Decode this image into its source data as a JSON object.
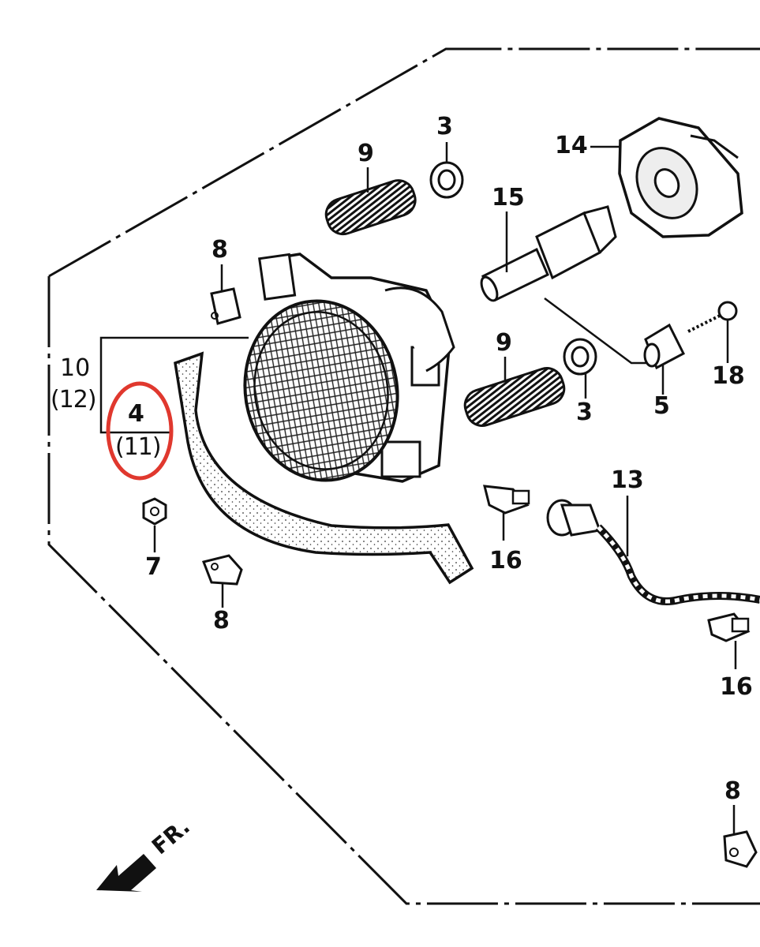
{
  "diagram": {
    "callouts": {
      "p3a": "3",
      "p9a": "9",
      "p14": "14",
      "p15": "15",
      "p8a": "8",
      "p10": "10",
      "p12": "(12)",
      "p4": "4",
      "p11": "(11)",
      "p9b": "9",
      "p3b": "3",
      "p18": "18",
      "p5": "5",
      "p13": "13",
      "p16a": "16",
      "p7": "7",
      "p8b": "8",
      "p16b": "16",
      "p8c": "8"
    },
    "direction_label": "FR.",
    "highlight": {
      "color": "#e0382e",
      "target": "4 (11)"
    },
    "line_color": "#111111"
  }
}
